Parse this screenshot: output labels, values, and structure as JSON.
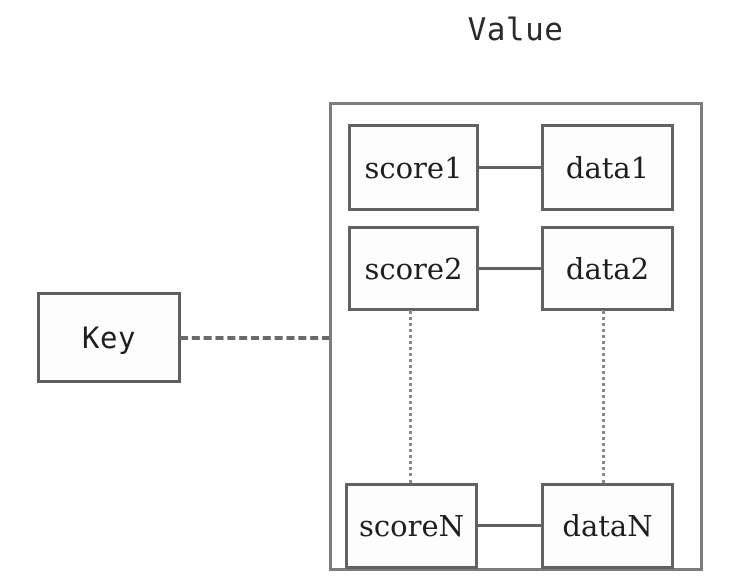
{
  "diagram": {
    "title": "Value",
    "key_node": {
      "label": "Key"
    },
    "link": {
      "style": "dashed",
      "color": "#6a6a6a"
    },
    "value_container": {
      "border_color": "#7c7c7c",
      "rows": [
        {
          "score_label": "score1",
          "data_label": "data1",
          "connector": "solid"
        },
        {
          "score_label": "score2",
          "data_label": "data2",
          "connector": "solid"
        },
        {
          "score_label": "scoreN",
          "data_label": "dataN",
          "connector": "solid"
        }
      ],
      "ellipsis": {
        "style": "dotted",
        "color": "#8a8a8a",
        "count": 2
      }
    },
    "colors": {
      "background": "#ffffff",
      "box_border": "#626262",
      "key_border": "#5e5e5e",
      "text": "#1e1e1e"
    }
  }
}
